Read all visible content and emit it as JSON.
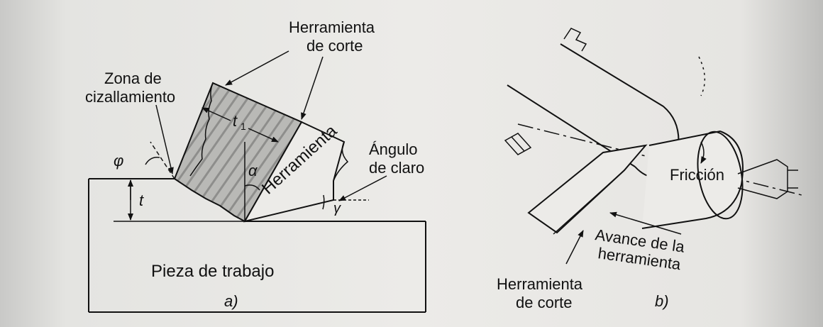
{
  "figure_a": {
    "panel_label": "a)",
    "labels": {
      "tool_title_line1": "Herramienta",
      "tool_title_line2": "de corte",
      "shear_zone_line1": "Zona de",
      "shear_zone_line2": "cizallamiento",
      "tool_body": "Herramienta",
      "clearance_line1": "Ángulo",
      "clearance_line2": "de claro",
      "workpiece": "Pieza de trabajo"
    },
    "symbols": {
      "shear_angle": "φ",
      "chip_thickness": "t",
      "chip_thickness_sub": "1",
      "depth": "t",
      "rake_angle": "α",
      "clearance_angle": "γ"
    }
  },
  "figure_b": {
    "panel_label": "b)",
    "labels": {
      "friction": "Fricción",
      "feed_line1": "Avance de la",
      "feed_line2": "herramienta",
      "tool_line1": "Herramienta",
      "tool_line2": "de corte"
    }
  },
  "colors": {
    "ink": "#111111",
    "chip_hatch": "#8e8e8c",
    "paper": "#ecebe8"
  }
}
